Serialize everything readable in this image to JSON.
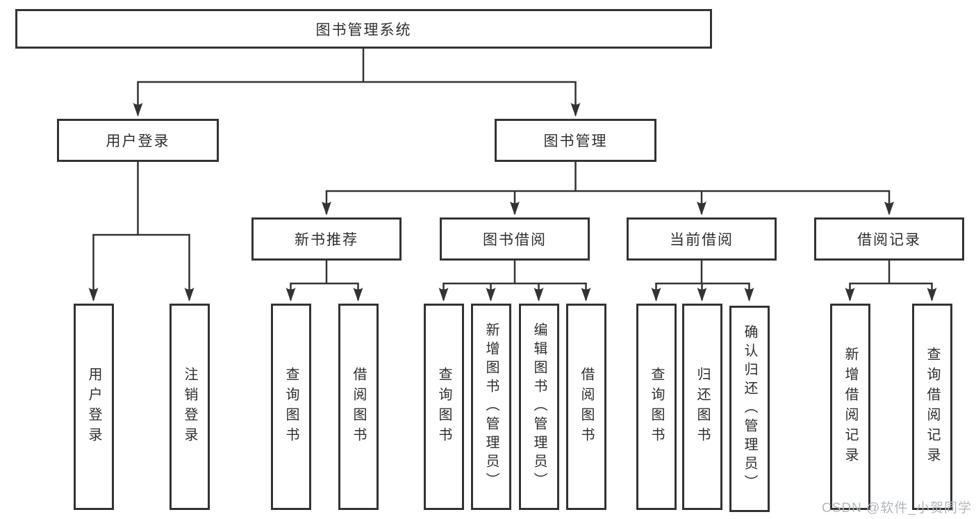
{
  "tree": {
    "label": "图书管理系统",
    "children": [
      {
        "label": "用户登录",
        "children": [
          {
            "label": "用户登录"
          },
          {
            "label": "注销登录"
          }
        ]
      },
      {
        "label": "图书管理",
        "children": [
          {
            "label": "新书推荐",
            "children": [
              {
                "label": "查询图书"
              },
              {
                "label": "借阅图书"
              }
            ]
          },
          {
            "label": "图书借阅",
            "children": [
              {
                "label": "查询图书"
              },
              {
                "label": "新增图书（管理员）"
              },
              {
                "label": "编辑图书（管理员）"
              },
              {
                "label": "借阅图书"
              }
            ]
          },
          {
            "label": "当前借阅",
            "children": [
              {
                "label": "查询图书"
              },
              {
                "label": "归还图书"
              },
              {
                "label": "确认归还（管理员）"
              }
            ]
          },
          {
            "label": "借阅记录",
            "children": [
              {
                "label": "新增借阅记录"
              },
              {
                "label": "查询借阅记录"
              }
            ]
          }
        ]
      }
    ]
  },
  "watermark": {
    "text": "CSDN @软件_小贺同学"
  },
  "colors": {
    "line": "#333333",
    "text": "#2f2f2f",
    "background": "#ffffff",
    "watermark": "#b3b8bd"
  }
}
